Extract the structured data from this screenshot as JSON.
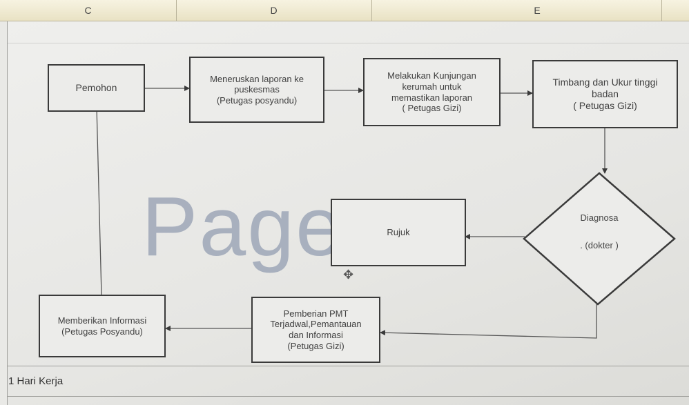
{
  "columns": [
    "C",
    "D",
    "",
    "E"
  ],
  "watermark": "Page",
  "steps": {
    "pemohon": "Pemohon",
    "meneruskan": "Meneruskan laporan ke\npuskesmas\n(Petugas posyandu)",
    "kunjungan": "Melakukan Kunjungan\nkerumah untuk\nmemastikan laporan\n( Petugas Gizi)",
    "timbang": "Timbang  dan Ukur tinggi\nbadan\n( Petugas Gizi)",
    "diagnosa_title": "Diagnosa",
    "diagnosa_sub": ". (dokter )",
    "rujuk": "Rujuk",
    "pemberian": "Pemberian PMT\nTerjadwal,Pemantauan\ndan Informasi\n(Petugas Gizi)",
    "memberikan": "Memberikan Informasi\n(Petugas Posyandu)"
  },
  "footer": {
    "duration": "1 Hari Kerja"
  },
  "colors": {
    "box_border": "#3a3a3a",
    "watermark": "#9ea7b8",
    "header": "#efe9cf"
  },
  "icons": [
    "move-cursor-icon"
  ]
}
